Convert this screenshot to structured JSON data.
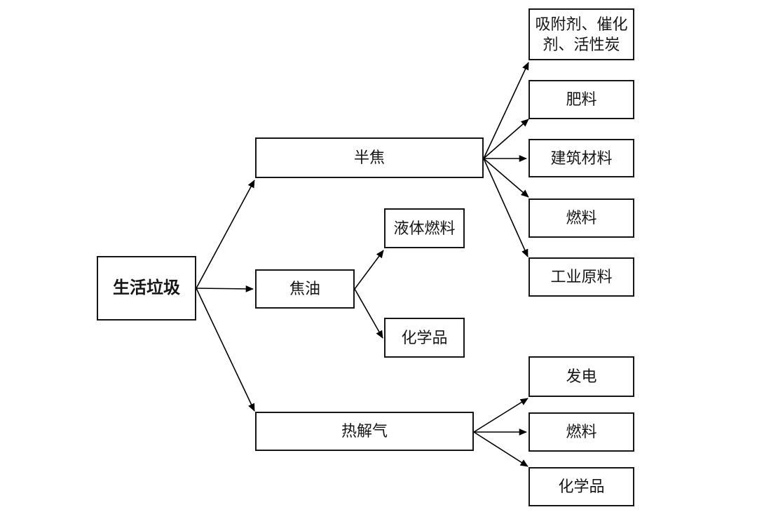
{
  "flowchart": {
    "root": {
      "label": "生活垃圾"
    },
    "branches": [
      {
        "label": "半焦",
        "outputs": [
          "吸附剂、催化剂、活性炭",
          "肥料",
          "建筑材料",
          "燃料",
          "工业原料"
        ]
      },
      {
        "label": "焦油",
        "outputs": [
          "液体燃料",
          "化学品"
        ]
      },
      {
        "label": "热解气",
        "outputs": [
          "发电",
          "燃料",
          "化学品"
        ]
      }
    ],
    "colors": {
      "line": "#000000",
      "box_border": "#161616",
      "background": "#ffffff",
      "text": "#161616"
    }
  }
}
